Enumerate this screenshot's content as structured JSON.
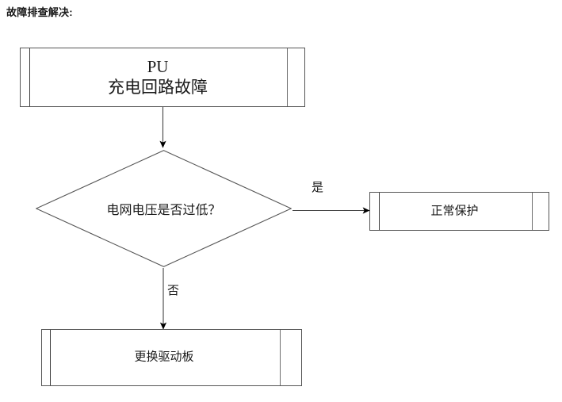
{
  "page": {
    "title": "故障排查解决:"
  },
  "diagram": {
    "type": "flowchart",
    "nodes": [
      {
        "id": "fault",
        "shape": "predefined-process",
        "text": "PU\n充电回路故障",
        "lines": [
          "PU",
          "充电回路故障"
        ]
      },
      {
        "id": "decision",
        "shape": "diamond",
        "text": "电网电压是否过低？"
      },
      {
        "id": "normal",
        "shape": "predefined-process",
        "text": "正常保护"
      },
      {
        "id": "replace",
        "shape": "predefined-process",
        "text": "更换驱动板"
      }
    ],
    "edges": [
      {
        "from": "fault",
        "to": "decision",
        "label": "",
        "direction": "down"
      },
      {
        "from": "decision",
        "to": "normal",
        "label": "是",
        "direction": "right"
      },
      {
        "from": "decision",
        "to": "replace",
        "label": "否",
        "direction": "down"
      }
    ]
  },
  "colors": {
    "background": "#ffffff",
    "stroke": "#555555",
    "stroke_dark": "#3b3b3b",
    "stroke_light": "#6e6e6e",
    "text": "#1a1a1a",
    "arrow": "#000000"
  }
}
